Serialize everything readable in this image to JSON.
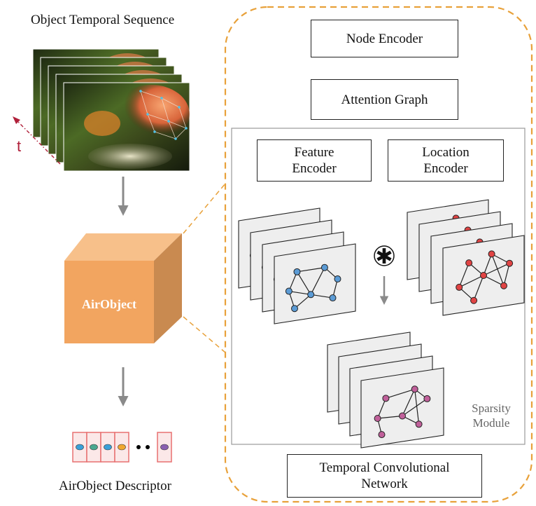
{
  "left": {
    "sequence_title": "Object Temporal Sequence",
    "time_label": "t",
    "cube_label": "AirObject",
    "descriptor_title": "AirObject Descriptor"
  },
  "pipeline": {
    "node_encoder": "Node Encoder",
    "attention_graph": "Attention Graph",
    "feature_encoder": "Feature Encoder",
    "location_encoder": "Location Encoder",
    "combine_operator": "✱",
    "sparsity_label": "Sparsity Module",
    "tcn": "Temporal Convolutional Network"
  },
  "colors": {
    "frame_border": "#e8a13a",
    "feature_node": "#5b9bd5",
    "location_node": "#e04444",
    "sparse_node": "#c0609a",
    "cube_front": "#f2a560",
    "cube_side": "#c98a50",
    "cube_top": "#f7c08a",
    "time_arrow": "#b0203a",
    "slot_border": "#e87070"
  },
  "descriptor_dot_colors": [
    "#3aa0d8",
    "#4aa890",
    "#3aa0d8",
    "#f0a830",
    "#000000",
    "#000000",
    "#8a60b0"
  ]
}
